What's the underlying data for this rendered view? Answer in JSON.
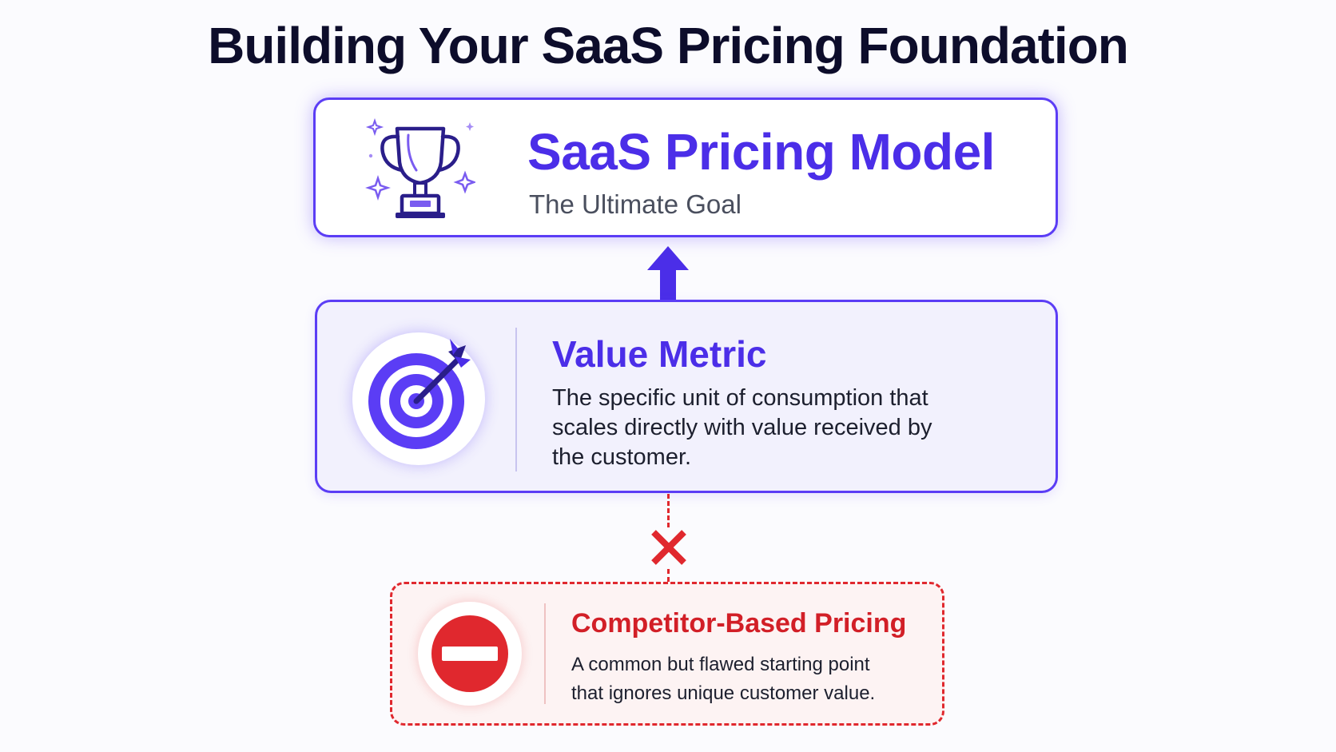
{
  "title": "Building Your SaaS Pricing Foundation",
  "goal_card": {
    "title": "SaaS Pricing Model",
    "subtitle": "The Ultimate Goal",
    "icon": "trophy-icon"
  },
  "value_card": {
    "title": "Value Metric",
    "description": "The specific unit of consumption that scales directly with value received by the customer.",
    "icon": "target-icon"
  },
  "competitor_card": {
    "title": "Competitor-Based Pricing",
    "description": "A common but flawed starting point that ignores unique customer value.",
    "icon": "stop-icon"
  },
  "connectors": {
    "value_to_goal": "up-arrow-icon",
    "competitor_to_value": "x-mark-icon"
  },
  "colors": {
    "primary": "#5b3df5",
    "primary_text": "#4b2ee8",
    "danger": "#e0282e",
    "heading": "#0d0d2b"
  }
}
